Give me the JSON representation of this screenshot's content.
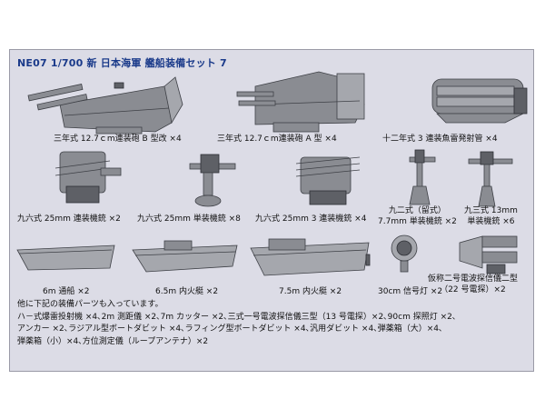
{
  "title": "NE07 1/700 新 日本海軍 艦船装備セット 7",
  "items": [
    {
      "label": "三年式 12.7ｃm連装砲 B 型改 ×4"
    },
    {
      "label": "三年式 12.7ｃm連装砲 A 型 ×4"
    },
    {
      "label": "十二年式 3 連装魚雷発射管 ×4"
    },
    {
      "label": "九六式 25mm 連装機銃 ×2"
    },
    {
      "label": "九六式 25mm 単装機銃 ×8"
    },
    {
      "label": "九六式 25mm 3 連装機銃 ×4"
    },
    {
      "label_line1": "九二式（留式）",
      "label_line2": "7.7mm 単装機銃 ×2"
    },
    {
      "label_line1": "九三式 13mm",
      "label_line2": "単装機銃 ×6"
    },
    {
      "label": "6m 通船 ×2"
    },
    {
      "label": "6.5m 内火艇 ×2"
    },
    {
      "label": "7.5m 内火艇 ×2"
    },
    {
      "label": "30cm 信号灯 ×2"
    },
    {
      "label_line1": "仮称二号電波探信儀二型",
      "label_line2": "（22 号電探）×2"
    }
  ],
  "notes": [
    "他に下記の装備パーツも入っています。",
    "ハ－式爆雷投射機 ×4､2m 測距儀 ×2､7m カッター ×2､三式一号電波探信儀三型（13 号電探）×2､90cm 探照灯 ×2､",
    "アンカー ×2､ラジアル型ボートダビット ×4､ラフィング型ボートダビット ×4､汎用ダビット ×4､弾薬箱（大）×4､",
    "弾薬箱（小）×4､方位測定儀（ループアンテナ）×2"
  ]
}
